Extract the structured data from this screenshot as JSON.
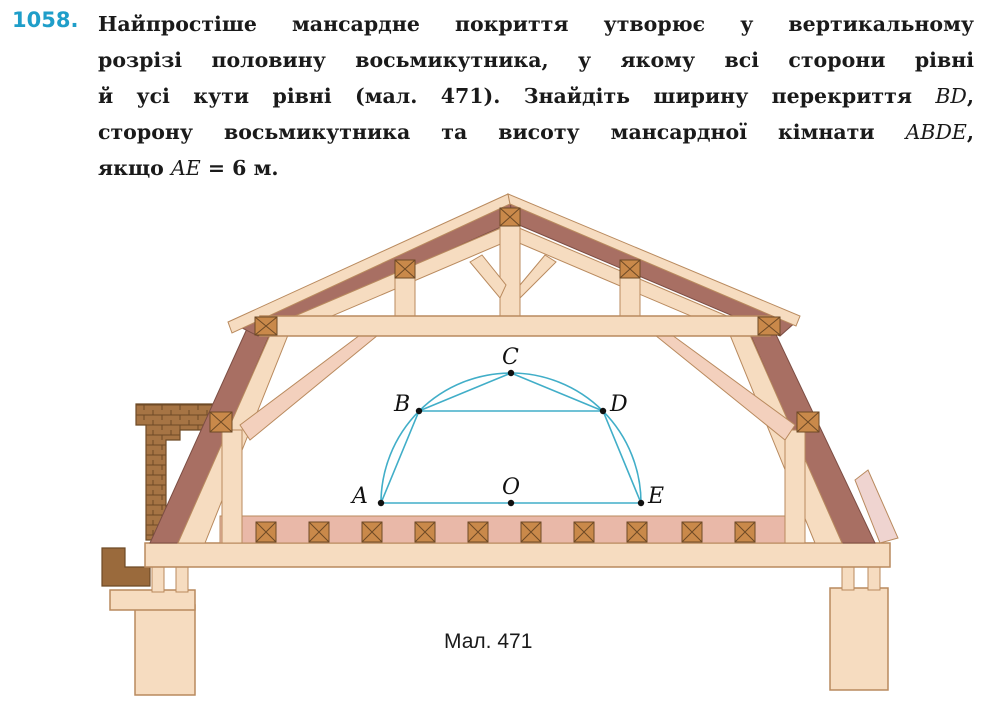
{
  "problem": {
    "number": "1058.",
    "lines": [
      "Найпростіше мансардне покриття утворює у вертикальному",
      "розрізі половину восьмикутника, у якому всі сторони рівні",
      "й усі кути рівні (мал. 471). Знайдіть ширину перекриття ",
      "сторону восьмикутника та висоту мансардної кімнати ",
      "якщо "
    ],
    "math_bd": "BD",
    "comma1": ",",
    "math_abde": "ABDE",
    "comma2": ",",
    "math_ae_eq": "AE",
    "eq_tail": " = 6 м."
  },
  "figure": {
    "labels": {
      "A": "A",
      "B": "B",
      "C": "C",
      "D": "D",
      "E": "E",
      "O": "O"
    },
    "caption": "Мал. 471",
    "colors": {
      "wood_light": "#f6dcc0",
      "wood_outline": "#b98a5e",
      "rafter_dark": "#a86f63",
      "joint_box": "#c9894a",
      "geometry": "#41aec8",
      "brick": "#9a6a3c"
    }
  }
}
